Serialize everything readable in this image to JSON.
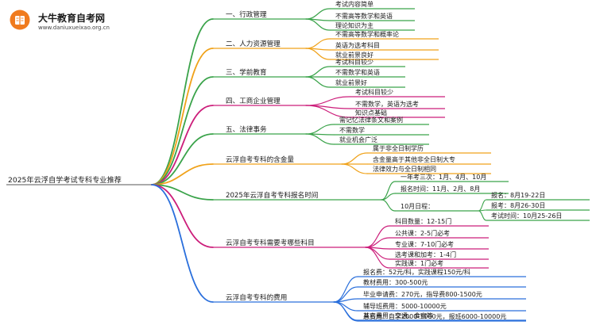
{
  "logo": {
    "title": "大牛教育自考网",
    "url": "www.daniuxueixao.org.cn"
  },
  "root": "2025年云浮自学考试专科专业推荐",
  "colors": {
    "green": "#3aa34a",
    "orange": "#f0a21a",
    "purple": "#7a33c8",
    "magenta": "#cc1d7a",
    "blue": "#2a6fdc",
    "red": "#e02020"
  },
  "branches": [
    {
      "label": "一、行政管理",
      "color": "green",
      "children": [
        "考试内容简单",
        "不需高等数学和英语",
        "理论知识为主"
      ]
    },
    {
      "label": "二、人力资源管理",
      "color": "orange",
      "children": [
        "不需高等数学和概率论",
        "英语为选考科目",
        "就业前景良好"
      ]
    },
    {
      "label": "三、学前教育",
      "color": "green",
      "children": [
        "考试科目较少",
        "不需数学和英语",
        "就业前景好"
      ]
    },
    {
      "label": "四、工商企业管理",
      "color": "magenta",
      "children": [
        "考试科目较少",
        "不需数学，英语为选考",
        "知识点基础"
      ]
    },
    {
      "label": "五、法律事务",
      "color": "green",
      "children": [
        "需记忆法律条文和案例",
        "不需数学",
        "就业机会广泛"
      ]
    },
    {
      "label": "云浮自考专科的含金量",
      "color": "orange",
      "children": [
        "属于非全日制学历",
        "含金量高于其他非全日制大专",
        "法律效力与全日制相同"
      ]
    },
    {
      "label": "2025年云浮自考专科报名时间",
      "color": "green",
      "children": [
        {
          "label": "一年考三次：1月、4月、10月"
        },
        {
          "label": "报名时间：11月、2月、8月"
        },
        {
          "label": "10月日程：",
          "children": [
            "报名：8月19-22日",
            "报考：8月26-30日",
            "考试时间：10月25-26日"
          ]
        }
      ]
    },
    {
      "label": "云浮自考专科需要考哪些科目",
      "color": "magenta",
      "children": [
        "科目数量：12-15门",
        "公共课：2-5门必考",
        "专业课：7-10门必考",
        "选考课和加考：1-4门",
        "实践课：1门必考"
      ]
    },
    {
      "label": "云浮自考专科的费用",
      "color": "blue",
      "children": [
        "报名费：52元/科，实践课程150元/科",
        "教材费用：300-500元",
        "毕业申请费：270元，指导费800-1500元",
        "辅导班费用：5000-10000元",
        "其它费用：交通、食宿等",
        "总费用：自学2000-3000元，报班6000-10000元"
      ]
    }
  ]
}
